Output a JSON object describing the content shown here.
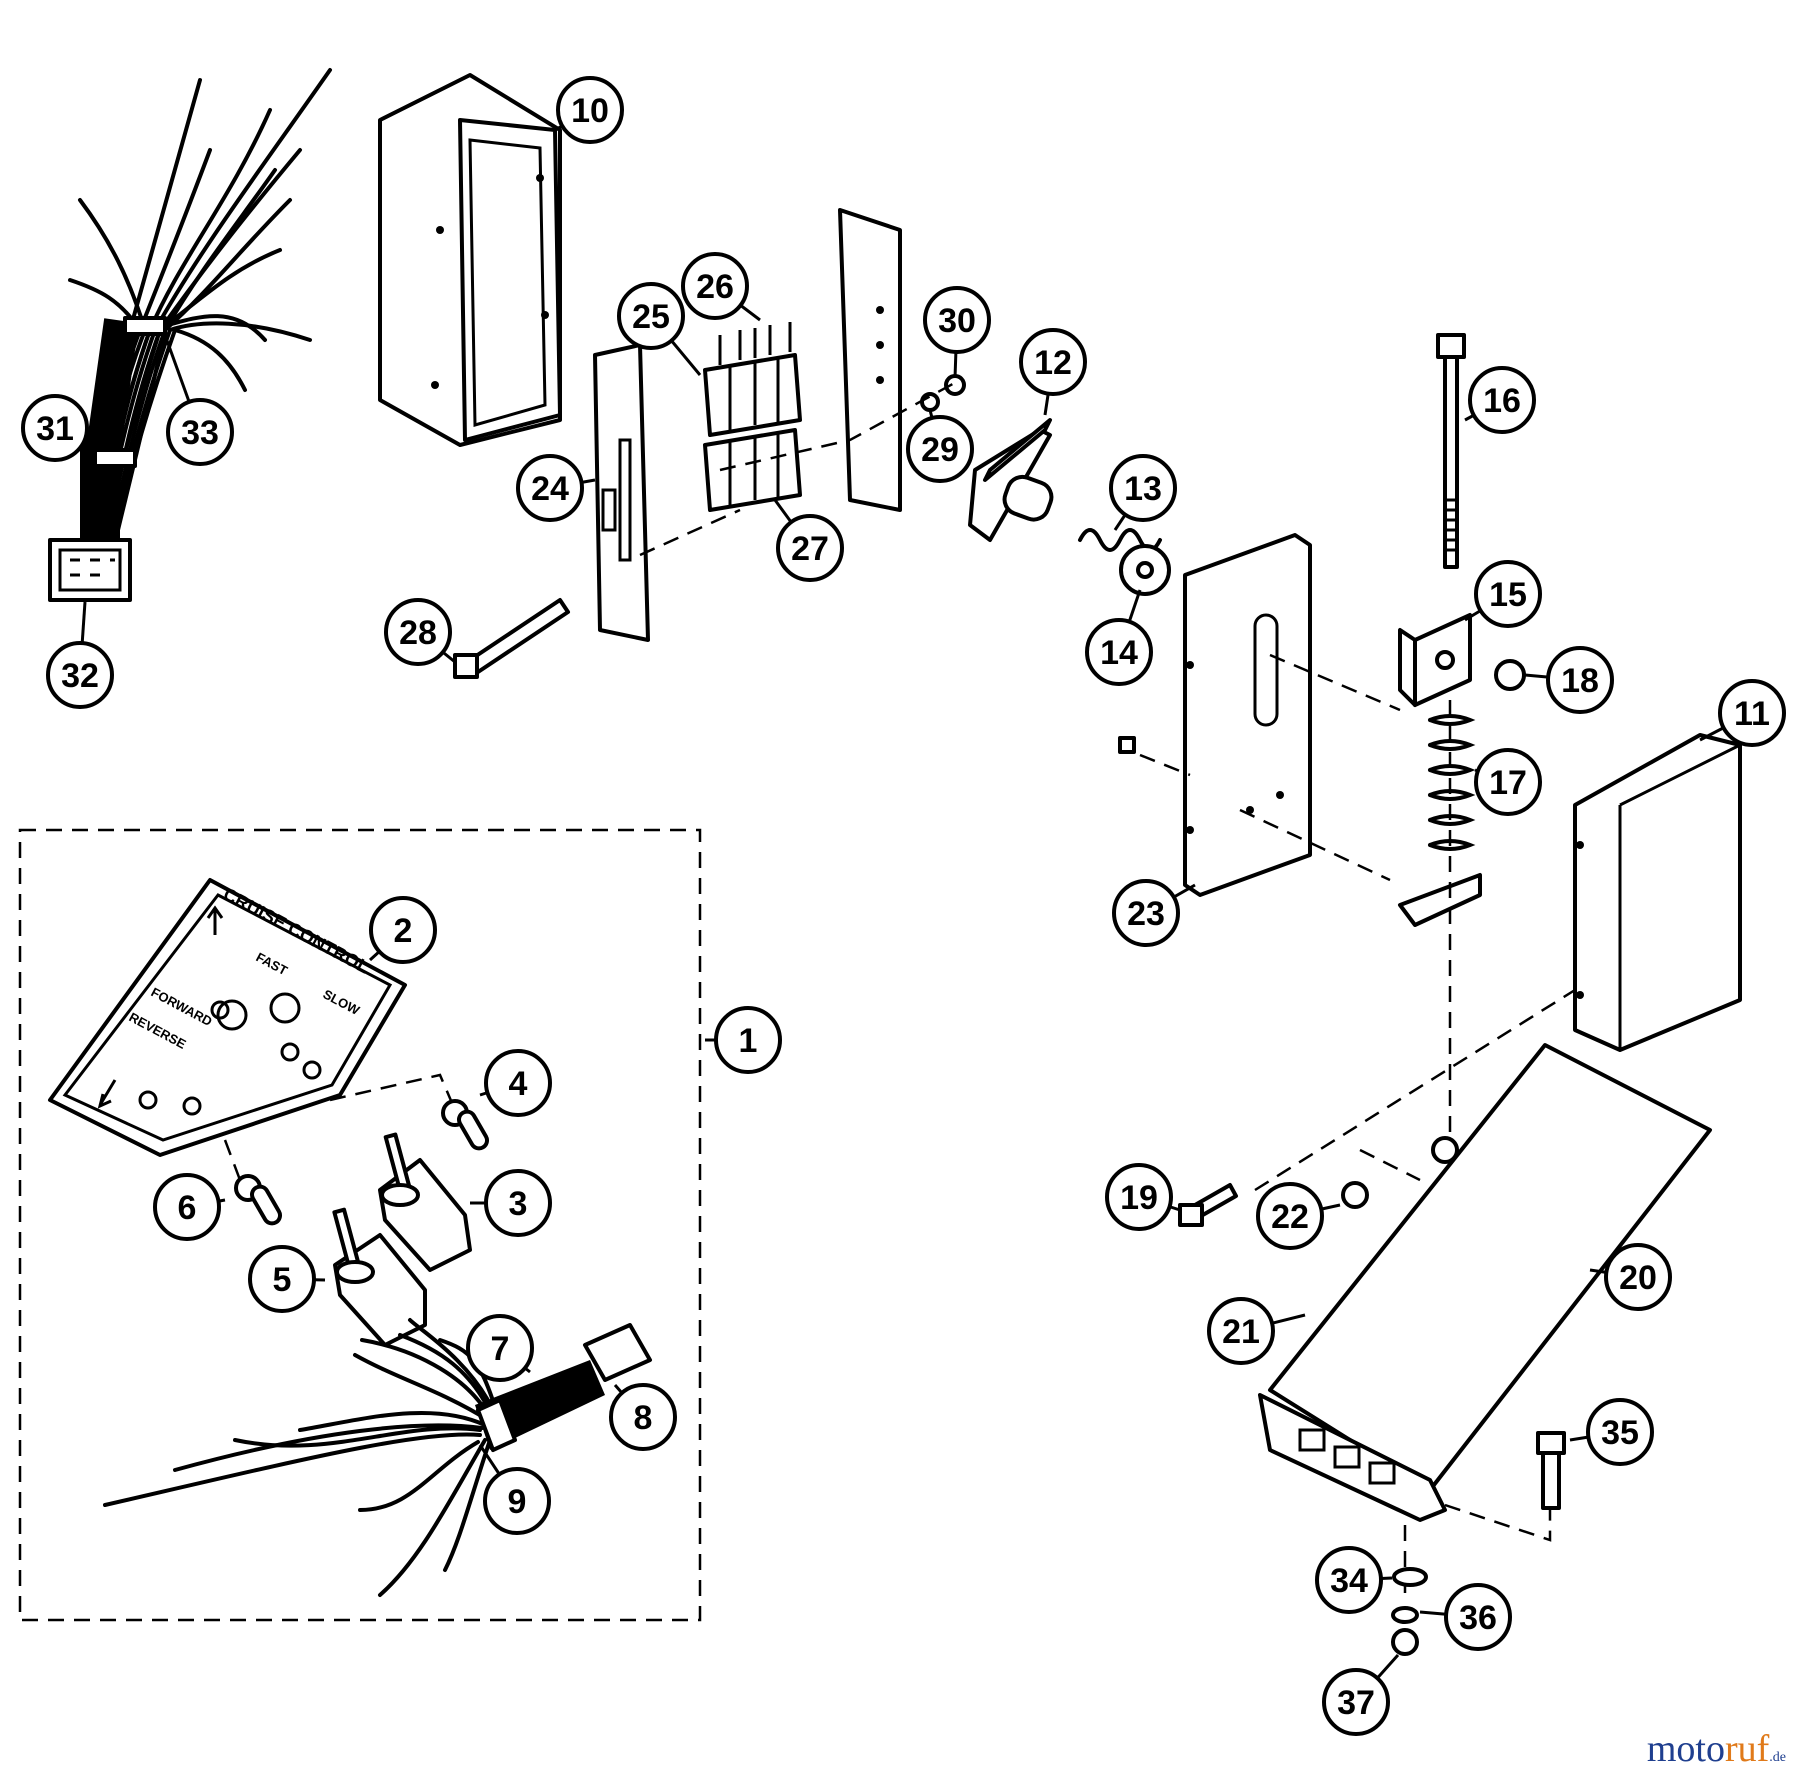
{
  "panel_labels": {
    "title": "CRUISE CONTROL",
    "forward": "FORWARD",
    "fast": "FAST",
    "slow": "SLOW",
    "reverse": "REVERSE"
  },
  "watermark": {
    "part1": "moto",
    "part2": "ruf",
    "part3": ".de"
  },
  "callouts": [
    {
      "id": "1",
      "label": "1"
    },
    {
      "id": "2",
      "label": "2"
    },
    {
      "id": "3",
      "label": "3"
    },
    {
      "id": "4",
      "label": "4"
    },
    {
      "id": "5",
      "label": "5"
    },
    {
      "id": "6",
      "label": "6"
    },
    {
      "id": "7",
      "label": "7"
    },
    {
      "id": "8",
      "label": "8"
    },
    {
      "id": "9",
      "label": "9"
    },
    {
      "id": "10",
      "label": "10"
    },
    {
      "id": "11",
      "label": "11"
    },
    {
      "id": "12",
      "label": "12"
    },
    {
      "id": "13",
      "label": "13"
    },
    {
      "id": "14",
      "label": "14"
    },
    {
      "id": "15",
      "label": "15"
    },
    {
      "id": "16",
      "label": "16"
    },
    {
      "id": "17",
      "label": "17"
    },
    {
      "id": "18",
      "label": "18"
    },
    {
      "id": "19",
      "label": "19"
    },
    {
      "id": "20",
      "label": "20"
    },
    {
      "id": "21",
      "label": "21"
    },
    {
      "id": "22",
      "label": "22"
    },
    {
      "id": "23",
      "label": "23"
    },
    {
      "id": "24",
      "label": "24"
    },
    {
      "id": "25",
      "label": "25"
    },
    {
      "id": "26",
      "label": "26"
    },
    {
      "id": "27",
      "label": "27"
    },
    {
      "id": "28",
      "label": "28"
    },
    {
      "id": "29",
      "label": "29"
    },
    {
      "id": "30",
      "label": "30"
    },
    {
      "id": "31",
      "label": "31"
    },
    {
      "id": "32",
      "label": "32"
    },
    {
      "id": "33",
      "label": "33"
    },
    {
      "id": "34",
      "label": "34"
    },
    {
      "id": "35",
      "label": "35"
    },
    {
      "id": "36",
      "label": "36"
    },
    {
      "id": "37",
      "label": "37"
    }
  ]
}
